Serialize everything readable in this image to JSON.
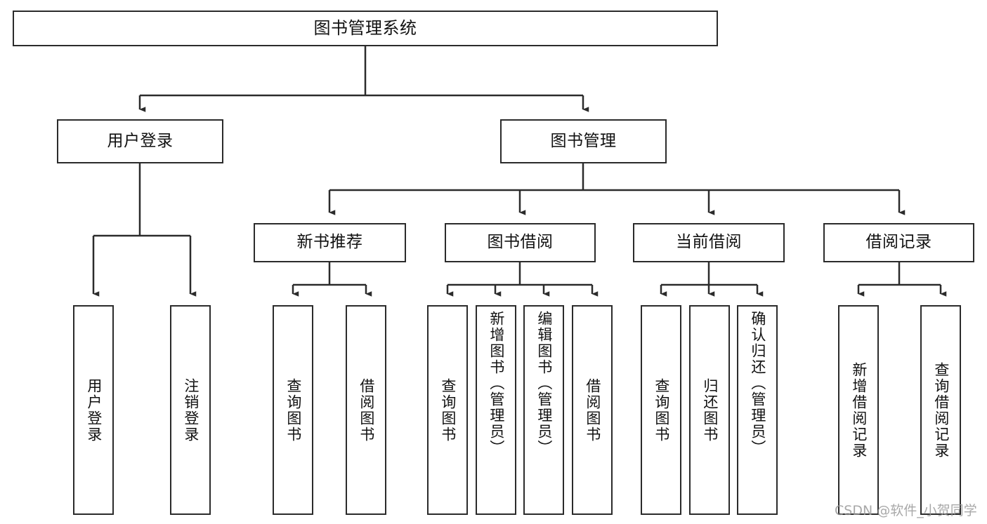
{
  "diagram": {
    "title": "图书管理系统",
    "type": "tree-hierarchy",
    "root": {
      "label": "图书管理系统",
      "children": [
        {
          "label": "用户登录",
          "children": [
            {
              "label": "用户登录"
            },
            {
              "label": "注销登录"
            }
          ]
        },
        {
          "label": "图书管理",
          "children": [
            {
              "label": "新书推荐",
              "children": [
                {
                  "label": "查询图书"
                },
                {
                  "label": "借阅图书"
                }
              ]
            },
            {
              "label": "图书借阅",
              "children": [
                {
                  "label": "查询图书"
                },
                {
                  "label": "新增图书（管理员）"
                },
                {
                  "label": "编辑图书（管理员）"
                },
                {
                  "label": "借阅图书"
                }
              ]
            },
            {
              "label": "当前借阅",
              "children": [
                {
                  "label": "查询图书"
                },
                {
                  "label": "归还图书"
                },
                {
                  "label": "确认归还（管理员）"
                }
              ]
            },
            {
              "label": "借阅记录",
              "children": [
                {
                  "label": "新增借阅记录"
                },
                {
                  "label": "查询借阅记录"
                }
              ]
            }
          ]
        }
      ]
    }
  },
  "nodes": {
    "root": "图书管理系统",
    "l2_user_login": "用户登录",
    "l2_book_manage": "图书管理",
    "l3_new_book_rec": "新书推荐",
    "l3_book_borrow": "图书借阅",
    "l3_current_borrow": "当前借阅",
    "l3_borrow_record": "借阅记录",
    "leaf_user_login": "用户登录",
    "leaf_logout": "注销登录",
    "leaf_rec_query_book": "查询图书",
    "leaf_rec_borrow_book": "借阅图书",
    "leaf_bb_query_book": "查询图书",
    "leaf_bb_add_book": "新增图书（管理员）",
    "leaf_bb_edit_book": "编辑图书（管理员）",
    "leaf_bb_borrow_book": "借阅图书",
    "leaf_cb_query_book": "查询图书",
    "leaf_cb_return_book": "归还图书",
    "leaf_cb_confirm_return": "确认归还（管理员）",
    "leaf_br_add_record": "新增借阅记录",
    "leaf_br_query_record": "查询借阅记录"
  },
  "watermark": {
    "text": "CSDN @软件_小贺同学"
  },
  "colors": {
    "stroke": "#2b2b2b",
    "fill": "#ffffff",
    "text": "#111111",
    "watermark": "#9a9a9a"
  }
}
